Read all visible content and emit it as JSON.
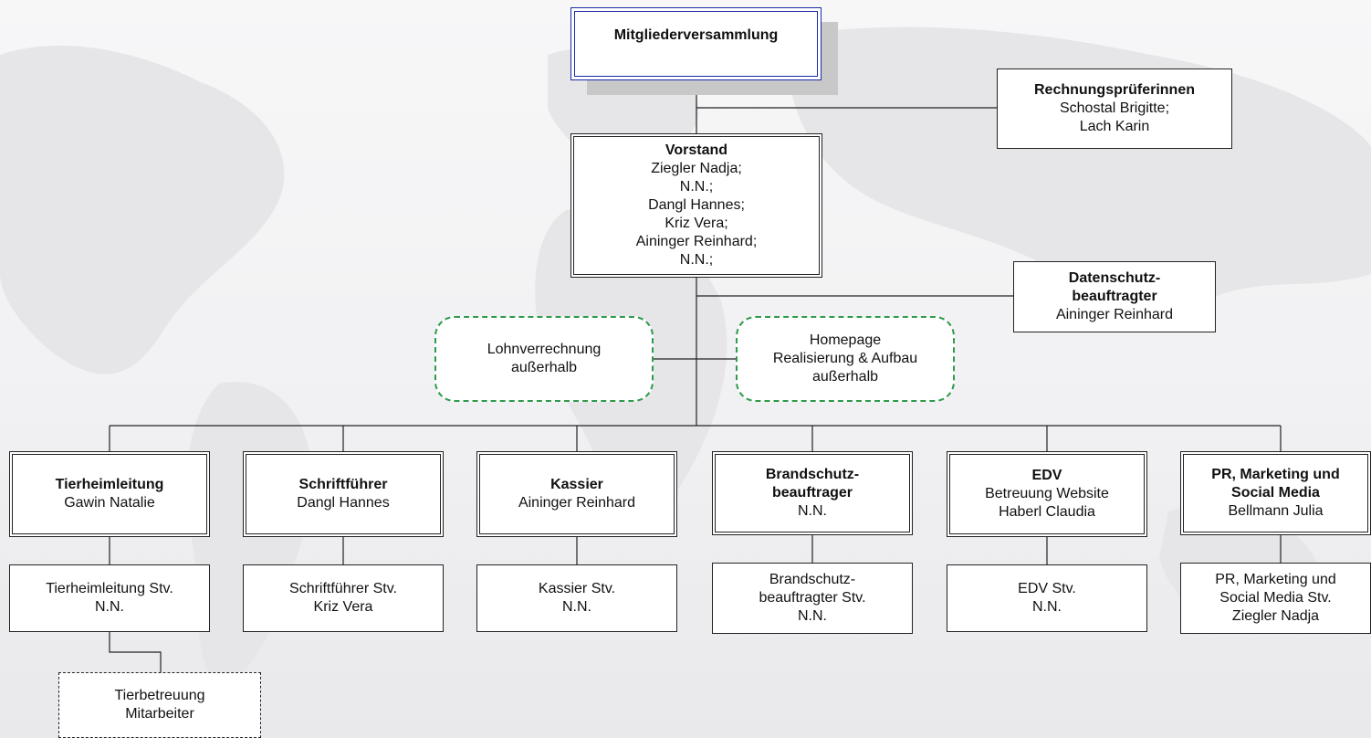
{
  "org": {
    "top": {
      "title": "Mitgliederversammlung"
    },
    "auditors": {
      "title": "Rechnungsprüferinnen",
      "lines": [
        "Schostal Brigitte;",
        "Lach Karin"
      ]
    },
    "board": {
      "title": "Vorstand",
      "lines": [
        "Ziegler Nadja;",
        "N.N.;",
        "Dangl Hannes;",
        "Kriz Vera;",
        "Aininger Reinhard;",
        "N.N.;"
      ]
    },
    "privacy": {
      "title_1": "Datenschutz-",
      "title_2": "beauftragter",
      "line": "Aininger Reinhard"
    },
    "payroll": {
      "line_1": "Lohnverrechnung",
      "line_2": "außerhalb"
    },
    "homepage": {
      "line_1": "Homepage",
      "line_2": "Realisierung & Aufbau",
      "line_3": "außerhalb"
    },
    "departments": [
      {
        "title": "Tierheimleitung",
        "lines": [
          "Gawin Natalie"
        ],
        "deputy": [
          "Tierheimleitung Stv.",
          "N.N."
        ]
      },
      {
        "title": "Schriftführer",
        "lines": [
          "Dangl Hannes"
        ],
        "deputy": [
          "Schriftführer Stv.",
          "Kriz Vera"
        ]
      },
      {
        "title": "Kassier",
        "lines": [
          "Aininger Reinhard"
        ],
        "deputy": [
          "Kassier Stv.",
          "N.N."
        ]
      },
      {
        "title_1": "Brandschutz-",
        "title_2": "beauftrager",
        "lines": [
          "N.N."
        ],
        "deputy": [
          "Brandschutz-",
          "beauftragter Stv.",
          "N.N."
        ]
      },
      {
        "title": "EDV",
        "lines": [
          "Betreuung Website",
          "Haberl Claudia"
        ],
        "deputy": [
          "EDV Stv.",
          "N.N."
        ]
      },
      {
        "title_1": "PR, Marketing und",
        "title_2": "Social Media",
        "lines": [
          "Bellmann Julia"
        ],
        "deputy": [
          "PR, Marketing und",
          "Social Media Stv.",
          "Ziegler Nadja"
        ]
      }
    ],
    "staff": {
      "line_1": "Tierbetreuung",
      "line_2": "Mitarbeiter"
    }
  }
}
